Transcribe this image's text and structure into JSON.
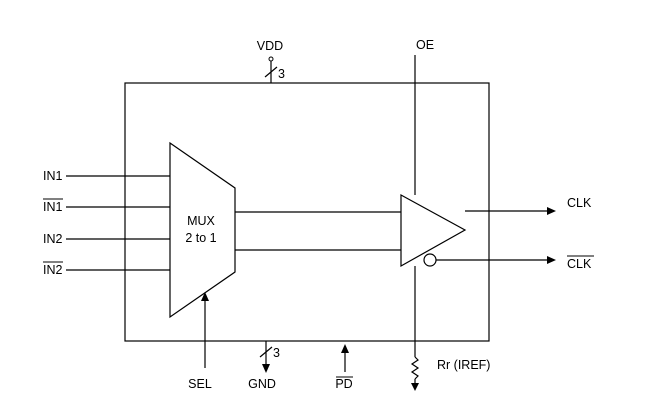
{
  "diagram": {
    "inputs": [
      "IN1",
      "IN1",
      "IN2",
      "IN2"
    ],
    "inputs_overlined": [
      false,
      true,
      false,
      true
    ],
    "mux": {
      "line1": "MUX",
      "line2": "2 to 1"
    },
    "top": {
      "supply": "VDD",
      "supply_bus_count": "3",
      "output_enable": "OE"
    },
    "bottom": {
      "select": "SEL",
      "ground": "GND",
      "ground_bus_count": "3",
      "power_down": "PD",
      "reference_resistor": "Rr (IREF)"
    },
    "outputs": [
      "CLK",
      "CLK"
    ],
    "outputs_overlined": [
      false,
      true
    ]
  }
}
